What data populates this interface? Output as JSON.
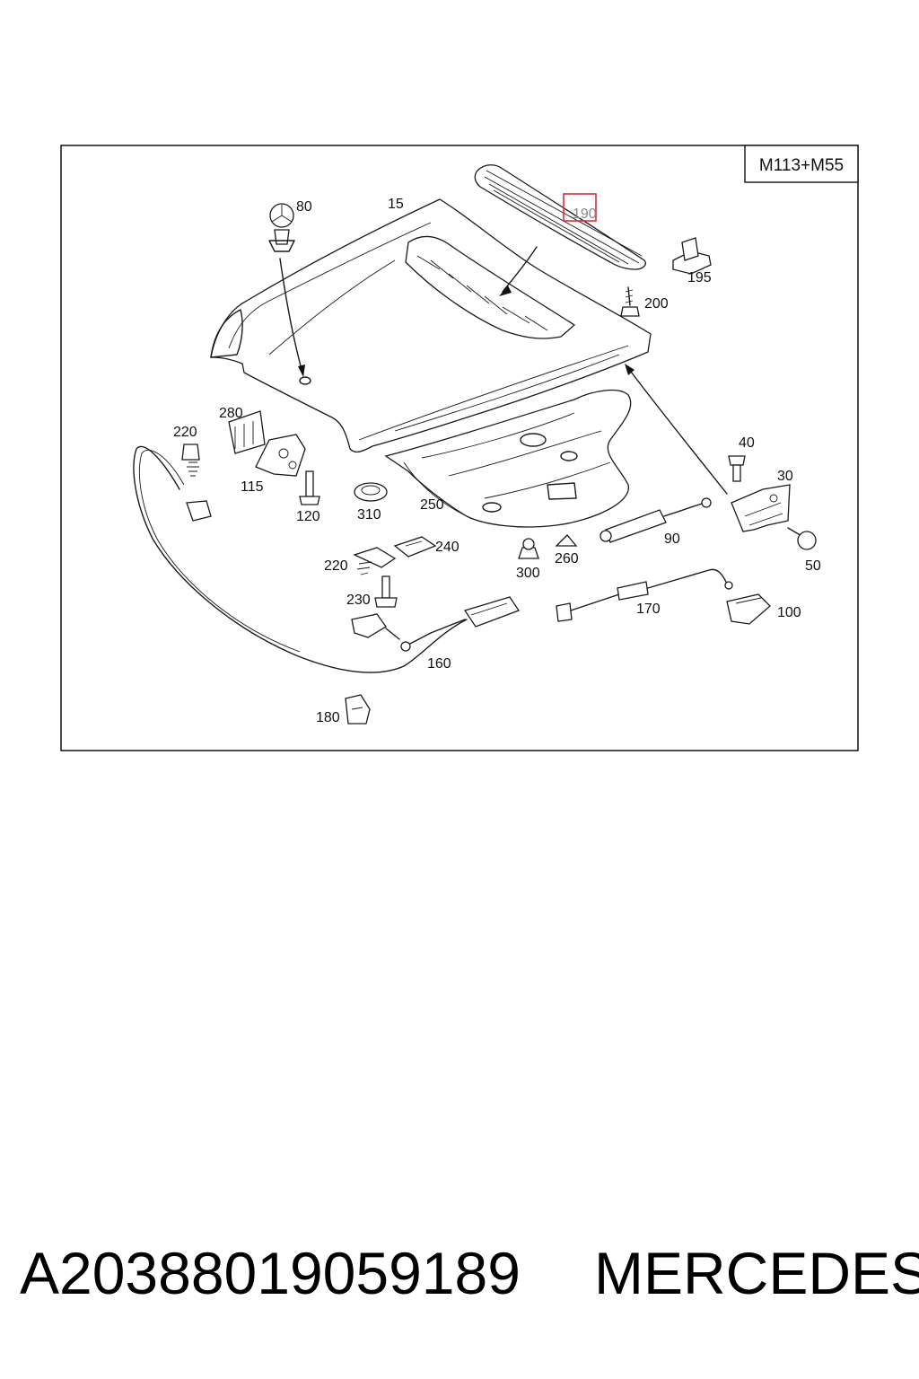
{
  "diagram": {
    "model_label": "M113+M55",
    "highlighted_callout": "190",
    "callouts": [
      {
        "id": "80",
        "part": "star-emblem"
      },
      {
        "id": "15",
        "part": "hood"
      },
      {
        "id": "190",
        "part": "air-grille"
      },
      {
        "id": "195",
        "part": "clip"
      },
      {
        "id": "200",
        "part": "screw"
      },
      {
        "id": "280",
        "part": "bracket"
      },
      {
        "id": "220",
        "part": "buffer"
      },
      {
        "id": "115",
        "part": "lock"
      },
      {
        "id": "120",
        "part": "bolt"
      },
      {
        "id": "310",
        "part": "grommet"
      },
      {
        "id": "250",
        "part": "insulation-mat"
      },
      {
        "id": "40",
        "part": "bolt"
      },
      {
        "id": "30",
        "part": "hinge"
      },
      {
        "id": "90",
        "part": "gas-strut"
      },
      {
        "id": "50",
        "part": "bolt"
      },
      {
        "id": "240",
        "part": "retainer"
      },
      {
        "id": "300",
        "part": "clip"
      },
      {
        "id": "260",
        "part": "clip"
      },
      {
        "id": "230",
        "part": "bolt"
      },
      {
        "id": "170",
        "part": "cable"
      },
      {
        "id": "100",
        "part": "handle"
      },
      {
        "id": "160",
        "part": "release-lever"
      },
      {
        "id": "180",
        "part": "cable-holder"
      }
    ]
  },
  "caption": {
    "part_number": "A20388019059189",
    "brand": "MERCEDES"
  },
  "colors": {
    "highlight": "#d9303a",
    "line": "#1a1a1a"
  }
}
